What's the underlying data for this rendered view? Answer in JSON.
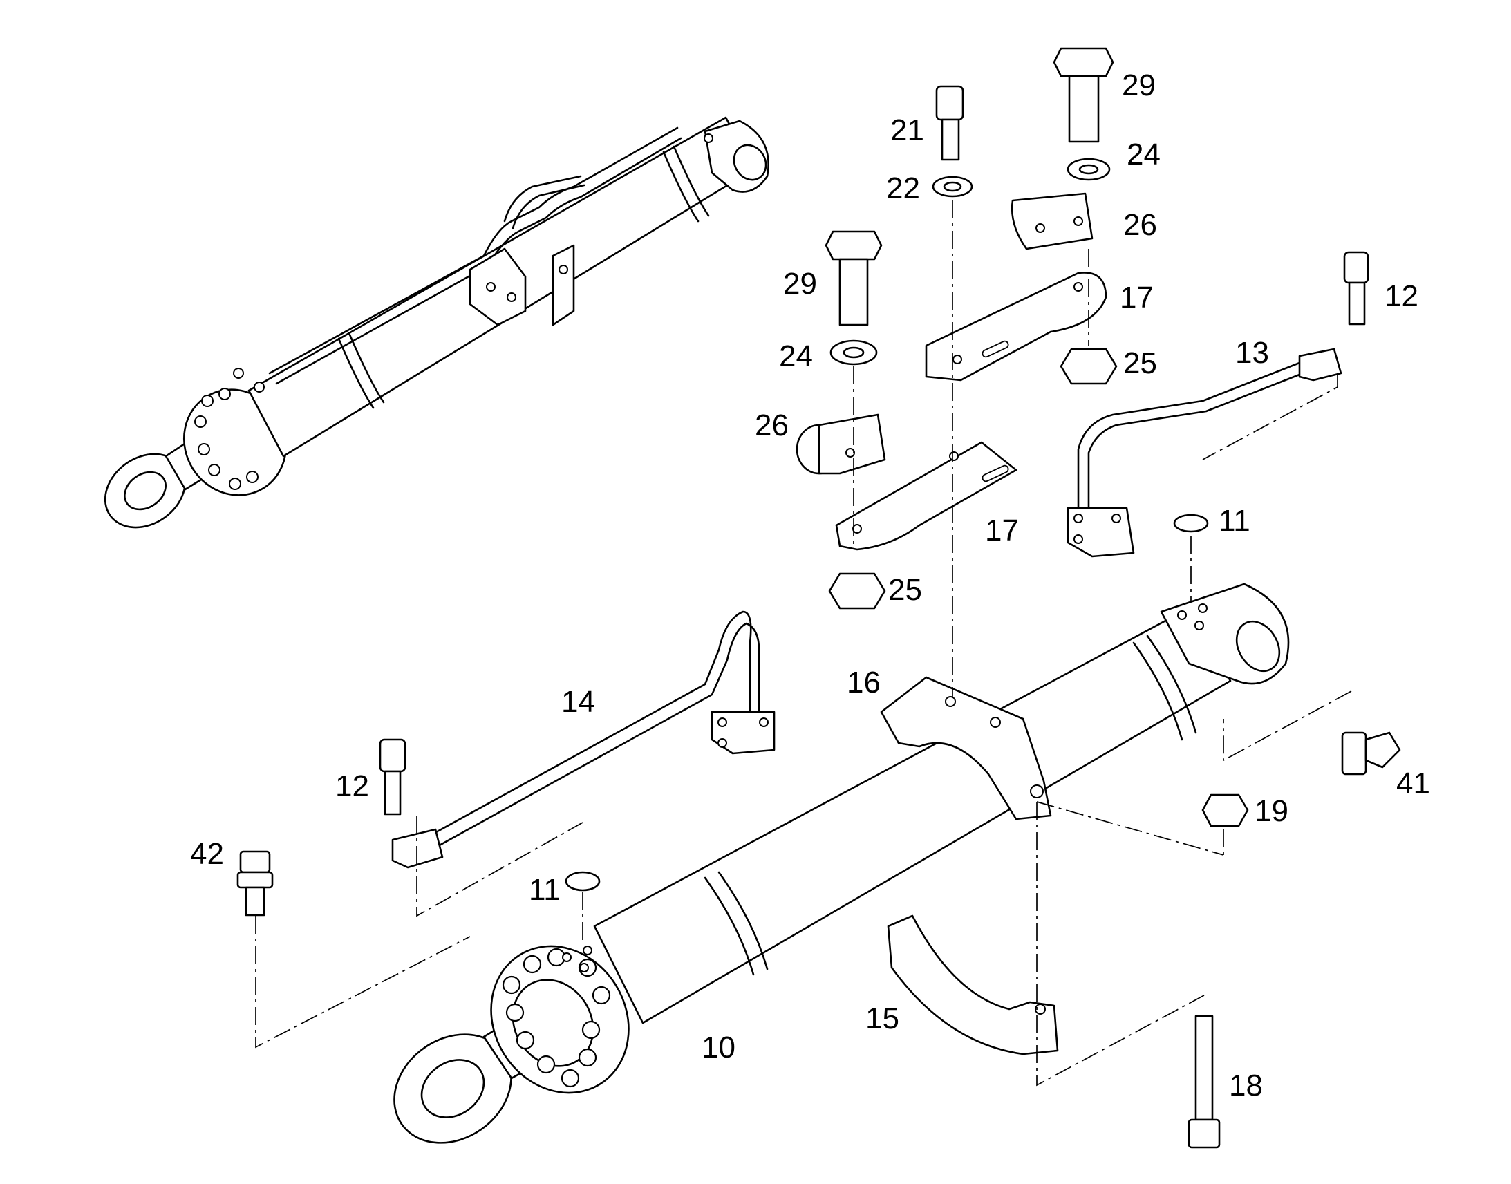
{
  "callouts": [
    {
      "id": "c29a",
      "text": "29"
    },
    {
      "id": "c21",
      "text": "21"
    },
    {
      "id": "c24a",
      "text": "24"
    },
    {
      "id": "c22",
      "text": "22"
    },
    {
      "id": "c26a",
      "text": "26"
    },
    {
      "id": "c29b",
      "text": "29"
    },
    {
      "id": "c17a",
      "text": "17"
    },
    {
      "id": "c12a",
      "text": "12"
    },
    {
      "id": "c24b",
      "text": "24"
    },
    {
      "id": "c25a",
      "text": "25"
    },
    {
      "id": "c13",
      "text": "13"
    },
    {
      "id": "c26b",
      "text": "26"
    },
    {
      "id": "c11a",
      "text": "11"
    },
    {
      "id": "c17b",
      "text": "17"
    },
    {
      "id": "c25b",
      "text": "25"
    },
    {
      "id": "c14",
      "text": "14"
    },
    {
      "id": "c16",
      "text": "16"
    },
    {
      "id": "c12b",
      "text": "12"
    },
    {
      "id": "c41",
      "text": "41"
    },
    {
      "id": "c19",
      "text": "19"
    },
    {
      "id": "c42",
      "text": "42"
    },
    {
      "id": "c11b",
      "text": "11"
    },
    {
      "id": "c15",
      "text": "15"
    },
    {
      "id": "c10",
      "text": "10"
    },
    {
      "id": "c18",
      "text": "18"
    }
  ]
}
